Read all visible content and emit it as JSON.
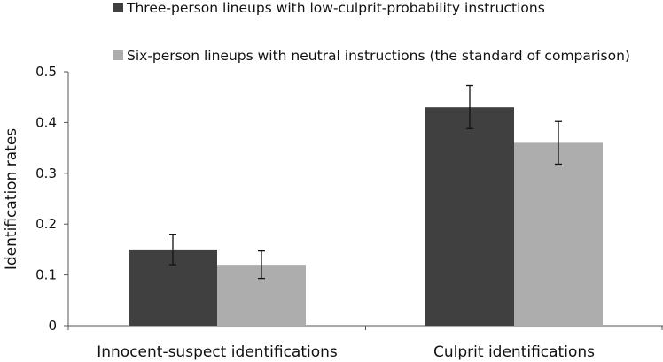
{
  "chart_data": {
    "type": "bar",
    "categories": [
      "Innocent-suspect identifications",
      "Culprit identifications"
    ],
    "series": [
      {
        "name": "Three-person lineups with low-culprit-probability instructions",
        "values": [
          0.15,
          0.43
        ],
        "error": [
          [
            0.12,
            0.18
          ],
          [
            0.388,
            0.473
          ]
        ],
        "color": "#404040"
      },
      {
        "name": "Six-person lineups with neutral instructions (the standard of comparison)",
        "values": [
          0.12,
          0.36
        ],
        "error": [
          [
            0.093,
            0.147
          ],
          [
            0.318,
            0.402
          ]
        ],
        "color": "#adadad"
      }
    ],
    "ylabel": "Identification rates",
    "ylim": [
      0,
      0.5
    ],
    "yticks": [
      0,
      0.1,
      0.2,
      0.3,
      0.4,
      0.5
    ],
    "ytick_labels": [
      "0",
      "0.1",
      "0.2",
      "0.3",
      "0.4",
      "0.5"
    ],
    "grid": false,
    "legend_position": "top"
  }
}
